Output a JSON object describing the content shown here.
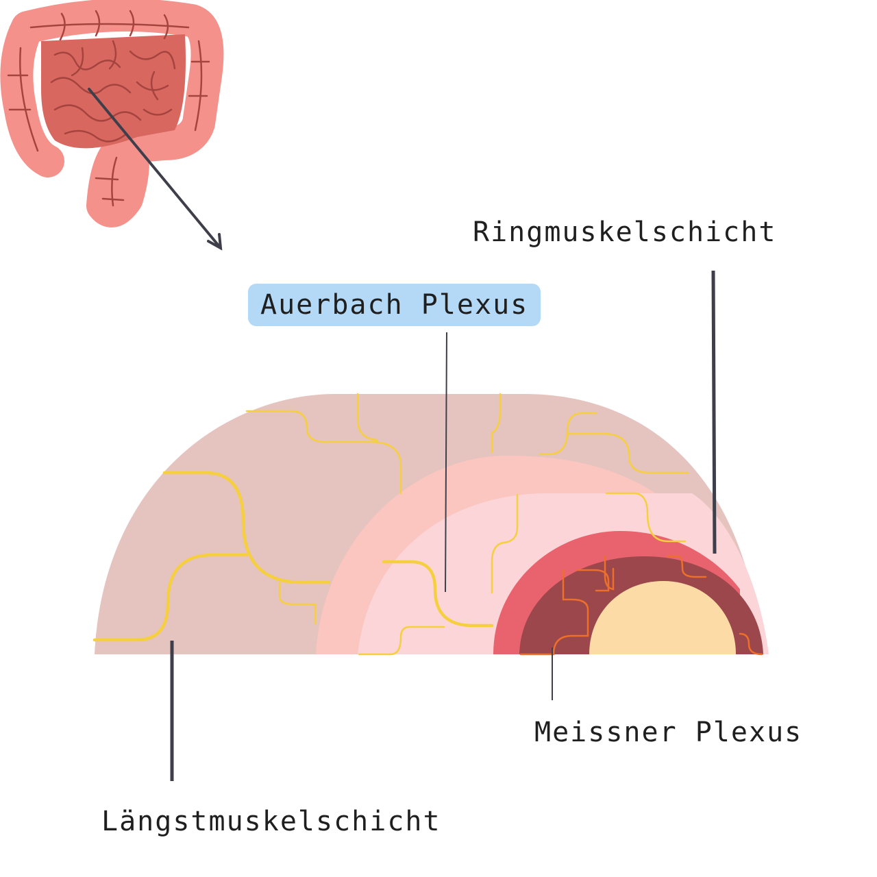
{
  "labels": {
    "ringmuskel": "Ringmuskelschicht",
    "auerbach": "Auerbach Plexus",
    "meissner": "Meissner Plexus",
    "laengsmuskel": "Längstmuskelschicht"
  },
  "colors": {
    "outer_layer": "#e5c3bf",
    "middle_band": "#fbc6bf",
    "inner_layer": "#fcd5d8",
    "submucosa_outer": "#e8636d",
    "submucosa_inner": "#9b474b",
    "lumen": "#fddba6",
    "nerve_yellow": "#f6cf3f",
    "nerve_orange": "#ec6f2b",
    "pointer": "#3f3f4b",
    "intestine_light": "#f4918b",
    "intestine_dark": "#d8685f",
    "intestine_line": "#a5443f",
    "label_highlight": "#b3d9f7"
  },
  "icons": [
    "intestine-icon",
    "arrow-icon"
  ]
}
